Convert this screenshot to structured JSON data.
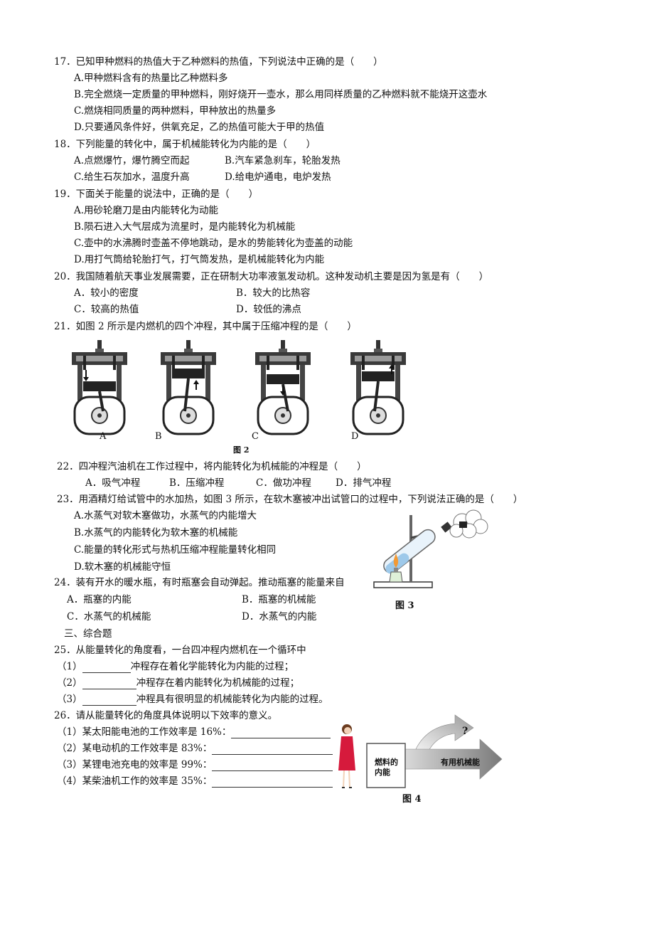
{
  "q17": {
    "stem": "17．已知甲种燃料的热值大于乙种燃料的热值，下列说法中正确的是（　　）",
    "options": [
      "A.甲种燃料含有的热量比乙种燃料多",
      "B.完全燃烧一定质量的甲种燃料，刚好烧开一壶水，那么用同样质量的乙种燃料就不能烧开这壶水",
      "C.燃烧相同质量的两种燃料，甲种放出的热量多",
      "D.只要通风条件好，供氧充足，乙的热值可能大于甲的热值"
    ]
  },
  "q18": {
    "stem": "18．下列能量的转化中，属于机械能转化为内能的是（　　）",
    "options": [
      "A.点燃爆竹，爆竹腾空而起",
      "B.汽车紧急刹车，轮胎发热",
      "C.给生石灰加水，温度升高",
      "D.给电炉通电，电炉发热"
    ]
  },
  "q19": {
    "stem": "19．下面关于能量的说法中，正确的是（　　）",
    "options": [
      "A.用砂轮磨刀是由内能转化为动能",
      "B.陨石进入大气层成为流星时，是内能转化为机械能",
      "C.壶中的水沸腾时壶盖不停地跳动，是水的势能转化为壶盖的动能",
      "D.用打气筒给轮胎打气，打气筒发热，是机械能转化为内能"
    ]
  },
  "q20": {
    "stem": "20．我国随着航天事业发展需要，正在研制大功率液氢发动机。这种发动机主要是因为氢是有（　　）",
    "options": [
      "A．较小的密度",
      "B．较大的比热容",
      "C．较高的热值",
      "D．较低的沸点"
    ]
  },
  "q21": {
    "stem": "21．如图 2 所示是内燃机的四个冲程，其中属于压缩冲程的是（　　）",
    "engine_labels": [
      "A",
      "B",
      "C",
      "D"
    ],
    "figure_caption": "图 2"
  },
  "q22": {
    "stem": "22．四冲程汽油机在工作过程中，将内能转化为机械能的冲程是（　　）",
    "options": [
      "A．吸气冲程",
      "B．压缩冲程",
      "C．做功冲程",
      "D．排气冲程"
    ]
  },
  "q23": {
    "stem": "23．用酒精灯给试管中的水加热，如图 3 所示，在软木塞被冲出试管口的过程中，下列说法正确的是（　　）",
    "options": [
      "A.水蒸气对软木塞做功，水蒸气的内能增大",
      "B.水蒸气的内能转化为软木塞的机械能",
      "C.能量的转化形式与热机压缩冲程能量转化相同",
      "D.软木塞的机械能守恒"
    ],
    "figure_caption": "图 3"
  },
  "q24": {
    "stem": "24．装有开水的暖水瓶，有时瓶塞会自动弹起。推动瓶塞的能量来自",
    "options": [
      "A．瓶塞的内能",
      "B．瓶塞的机械能",
      "C．水蒸气的机械能",
      "D．水蒸气的内能"
    ]
  },
  "section3": "三、综合题",
  "q25": {
    "stem": "25．从能量转化的角度看，一台四冲程内燃机在一个循环中",
    "items": [
      {
        "num": "（1）",
        "text": "冲程存在着化学能转化为内能的过程；"
      },
      {
        "num": "（2）",
        "text": "冲程存在着内能转化为机械能的过程；"
      },
      {
        "num": "（3）",
        "text": "冲程具有很明显的机械能转化为内能的过程。"
      }
    ]
  },
  "q26": {
    "stem": "26．请从能量转化的角度具体说明以下效率的意义。",
    "items": [
      "（1）某太阳能电池的工作效率是 16%：",
      "（2）某电动机的工作效率是 83%：",
      "（3）某锂电池充电的效率是 99%：",
      "（4）某柴油机工作的效率是 35%："
    ],
    "figure": {
      "fuel_label_1": "燃料的",
      "fuel_label_2": "内能",
      "useful_label": "有用机械能",
      "question_mark": "?",
      "caption": "图 4"
    }
  }
}
